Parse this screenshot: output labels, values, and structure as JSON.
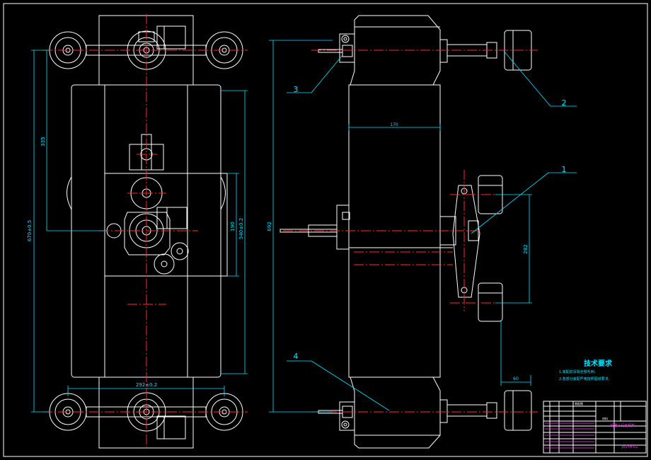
{
  "drawing": {
    "part_numbers": [
      "3",
      "2",
      "1",
      "4"
    ],
    "dimensions": {
      "left_vertical_outer": "670±0.5",
      "left_vertical_upper": "335",
      "left_horizontal_bottom": "292±0.2",
      "left_vertical_right": "540±0.2",
      "left_vertical_inner": "190",
      "right_vertical_total": "692",
      "right_horizontal_top": "170",
      "right_vertical_wheels": "282",
      "right_horizontal_bottom": "60"
    },
    "technical_requirements": {
      "title": "技术要求",
      "items": [
        "1.装配前清除全部毛刺;",
        "2.各部分装配严格按照图纸要求."
      ]
    },
    "title_block": {
      "cell_a": "装配图",
      "cell_b": "机器人行走机构",
      "cell_c": "材料",
      "drawing_no": "JXSYH-01"
    }
  },
  "colors": {
    "line": "#ffffff",
    "centerline": "#ff2a2a",
    "dimension": "#00e5ff",
    "title_block_accent": "#ff3cff",
    "background": "#000000"
  }
}
